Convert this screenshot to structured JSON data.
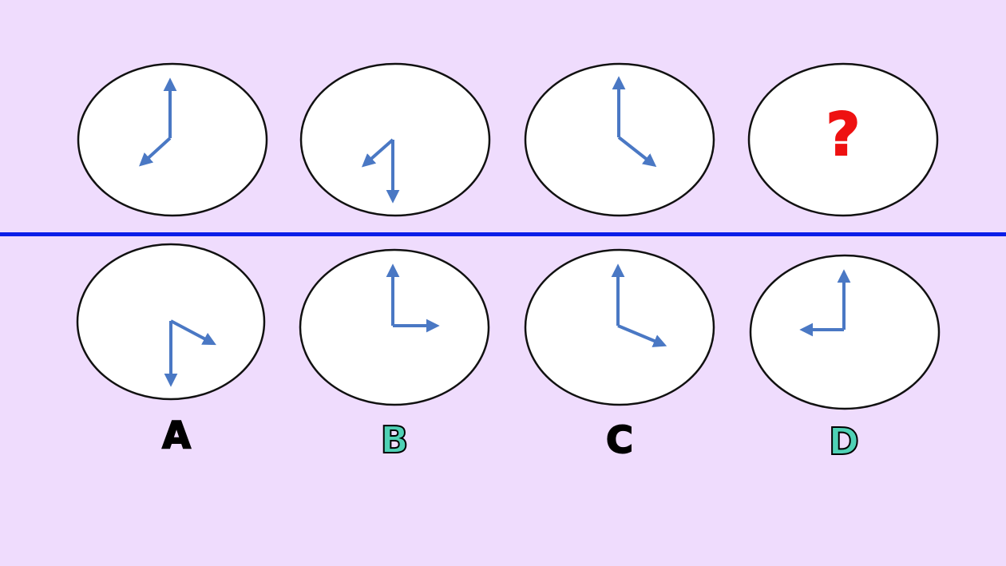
{
  "puzzle": {
    "background_color": "#efdcfd",
    "divider_color": "#0b1ee8",
    "hand_color": "#4a78c4",
    "question_mark_color": "#ee1111",
    "sequence": [
      {
        "id": "clock-1",
        "time": "8:00"
      },
      {
        "id": "clock-2",
        "time": "8:30"
      },
      {
        "id": "clock-3",
        "time": "4:00"
      },
      {
        "id": "clock-4",
        "symbol": "?"
      }
    ],
    "question_mark": "?",
    "options": [
      {
        "label": "A",
        "time": "4:30"
      },
      {
        "label": "B",
        "time": "3:00"
      },
      {
        "label": "C",
        "time": "4:00"
      },
      {
        "label": "D",
        "time": "9:00"
      }
    ]
  }
}
